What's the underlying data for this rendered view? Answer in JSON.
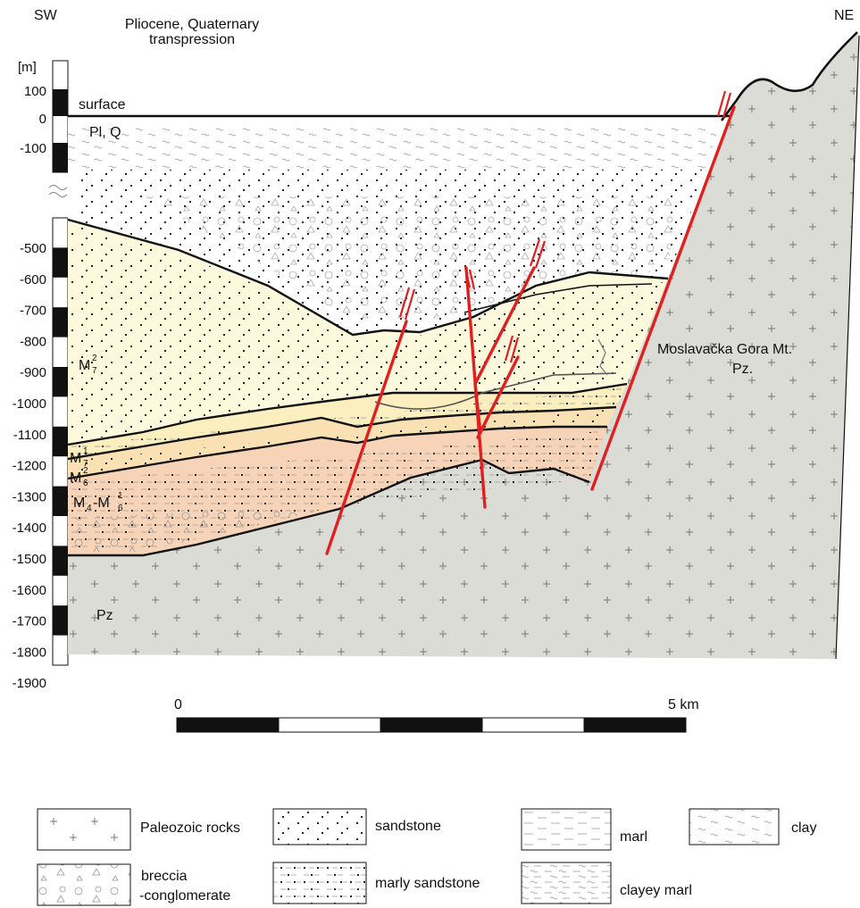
{
  "header": {
    "sw": "SW",
    "ne": "NE",
    "title_line1": "Pliocene, Quaternary",
    "title_line2": "transpression"
  },
  "depth_scale": {
    "unit": "[m]",
    "ticks": [
      "100",
      "0",
      "-100",
      "-500",
      "-600",
      "-700",
      "-800",
      "-900",
      "-1000",
      "-1100",
      "-1200",
      "-1300",
      "-1400",
      "-1500",
      "-1600",
      "-1700",
      "-1800",
      "-1900"
    ]
  },
  "section_labels": {
    "surface": "surface",
    "plq": "Pl, Q",
    "m7_2": "M",
    "m7_2_sub": "7",
    "m7_2_sup": "2",
    "m7_1": "M",
    "m7_1_sub": "7",
    "m7_1_sup": "1",
    "m6_2": "M",
    "m6_2_sub": "6",
    "m6_2_sup": "2",
    "m4_m6_a": "M",
    "m4_m6_a_sub": "4",
    "m4_m6_dash": "-M",
    "m4_m6_b_sub": "6",
    "m4_m6_b_sup": "1",
    "pz": "Pz",
    "moslavacka": "Moslavačka Gora Mt.",
    "pz_ne": "Pz."
  },
  "scale_bar": {
    "start": "0",
    "end": "5 km",
    "segments": 5
  },
  "legend": [
    {
      "pattern": "paleozoic",
      "label": "Paleozoic rocks"
    },
    {
      "pattern": "sandstone",
      "label": "sandstone"
    },
    {
      "pattern": "marl",
      "label": "marl"
    },
    {
      "pattern": "clay",
      "label": "clay"
    },
    {
      "pattern": "breccia",
      "label": "breccia",
      "label2": "-conglomerate"
    },
    {
      "pattern": "marly-sandstone",
      "label": "marly sandstone"
    },
    {
      "pattern": "clayey-marl",
      "label": "clayey marl"
    }
  ],
  "colors": {
    "fault": "#e02020",
    "basement": "#dcdcd6",
    "m7_2": "#fdf9dc",
    "m7_1": "#fbeebf",
    "m6_2": "#f9e1b4",
    "m4_m6": "#f7d4b7"
  }
}
